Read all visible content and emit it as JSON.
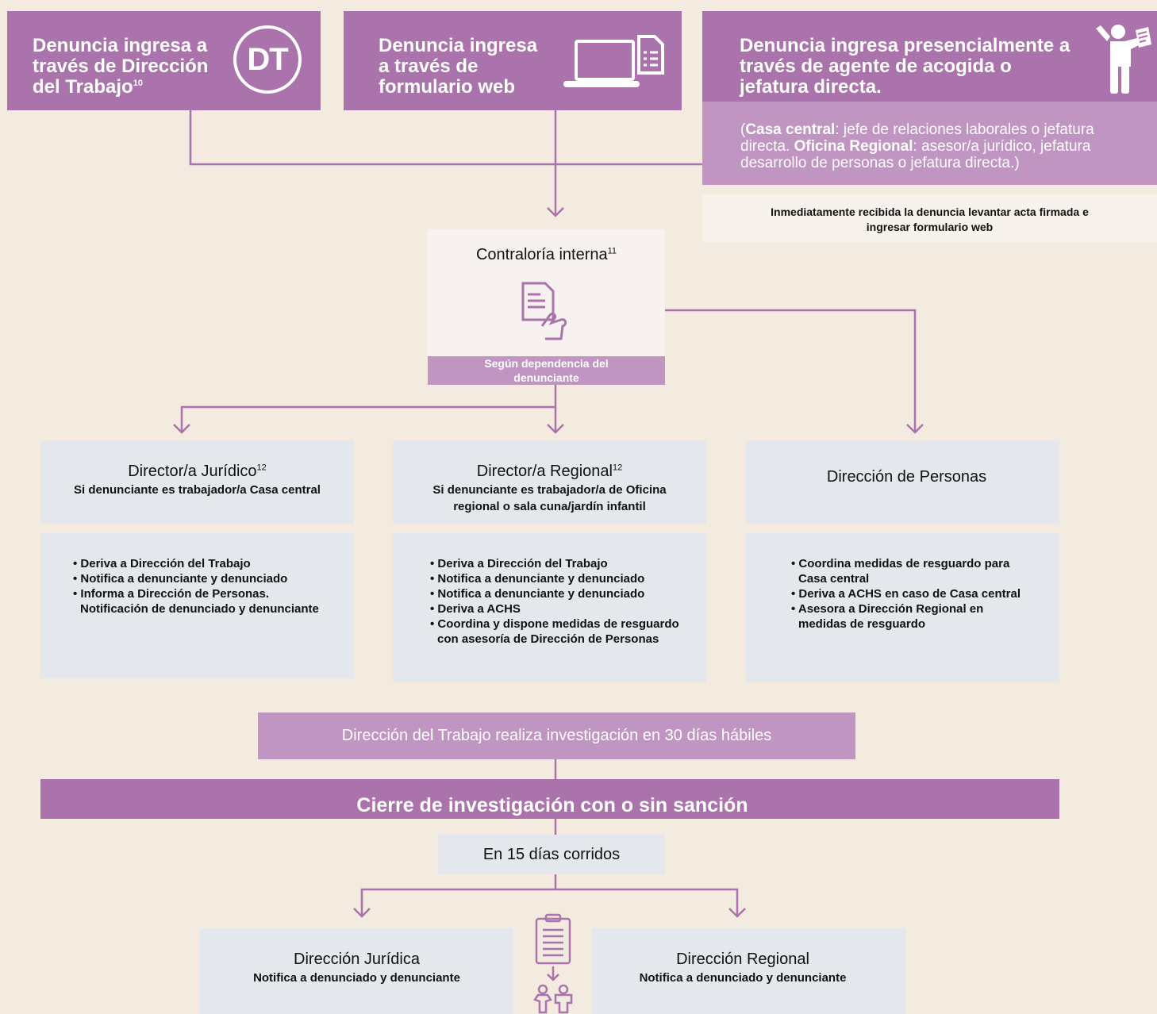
{
  "colors": {
    "purple": "#aa73ab",
    "purple_light": "#c095c2",
    "card": "#e4e8ed",
    "bg": "#f3ebe0",
    "line": "#aa73ab"
  },
  "entries": [
    {
      "text": "Denuncia ingresa a través de Dirección del Trabajo",
      "sup": "10",
      "icon": "dt-badge-icon",
      "icon_text": "DT"
    },
    {
      "text": "Denuncia ingresa a través de formulario web",
      "icon": "laptop-form-icon"
    },
    {
      "text": "Denuncia ingresa presencialmente a través de agente de acogida o jefatura directa.",
      "icon": "person-document-icon"
    }
  ],
  "presencial_note": {
    "p1": "(",
    "b1": "Casa central",
    "p2": ": jefe de relaciones laborales o jefatura directa. ",
    "b2": "Oficina Regional",
    "p3": ": asesor/a jurídico, jefatura desarrollo de personas o jefatura directa.)"
  },
  "acta_note": "Inmediatamente recibida la denuncia levantar acta firmada e ingresar formulario web",
  "contraloria": {
    "title": "Contraloría interna",
    "sup": "11",
    "footer": "Según dependencia del denunciante",
    "icon": "document-hand-icon"
  },
  "directors": [
    {
      "title": "Director/a Jurídico",
      "sup": "12",
      "subtitle": "Si denunciante es trabajador/a Casa central",
      "items": [
        "Deriva a Dirección del Trabajo",
        "Notifica a denunciante y denunciado",
        "Informa a Dirección de Personas. Notificación de denunciado y denunciante"
      ]
    },
    {
      "title": "Director/a Regional",
      "sup": "12",
      "subtitle": "Si denunciante es trabajador/a de Oficina regional o sala cuna/jardín infantil",
      "items": [
        "Deriva a Dirección del Trabajo",
        "Notifica a denunciante y denunciado",
        "Notifica a denunciante y denunciado",
        "Deriva a ACHS",
        "Coordina y dispone medidas de resguardo con asesoría de Dirección de Personas"
      ]
    },
    {
      "title": "Dirección de Personas",
      "sup": "",
      "subtitle": "",
      "items": [
        "Coordina medidas de resguardo para Casa central",
        "Deriva a ACHS en caso de Casa central",
        "Asesora a Dirección Regional en medidas de resguardo"
      ]
    }
  ],
  "investigacion": "Dirección del Trabajo realiza investigación en 30 días hábiles",
  "cierre": "Cierre de investigación con o sin sanción",
  "plazo": "En 15 días corridos",
  "final": [
    {
      "title": "Dirección Jurídica",
      "subtitle": "Notifica a denunciado y denunciante"
    },
    {
      "title": "Dirección Regional",
      "subtitle": "Notifica a denunciado y denunciante"
    }
  ]
}
